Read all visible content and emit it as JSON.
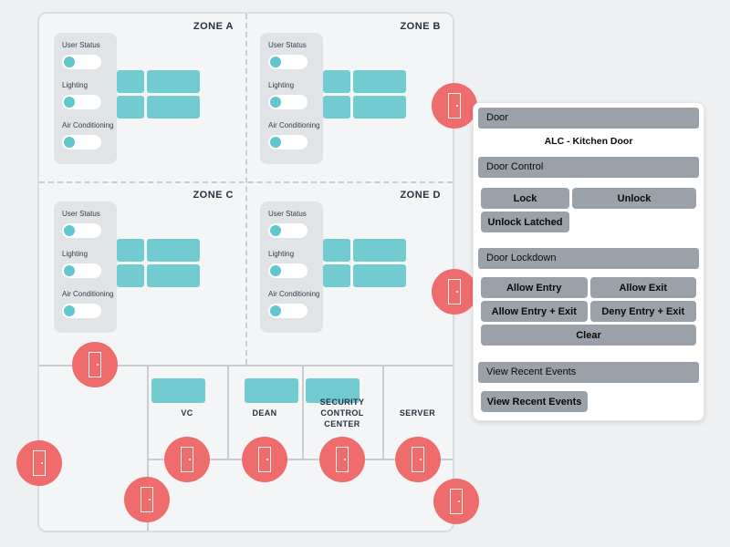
{
  "colors": {
    "page_bg": "#eef0f2",
    "plan_bg": "#f4f5f6",
    "wall": "#c9cdd1",
    "desk_teal": "#71cbd1",
    "toggle_knob_teal": "#5fc7cd",
    "door_red": "#ee6c6c",
    "panel_gray": "#9aa1a8",
    "label_dark": "#273240"
  },
  "icons": {
    "door": "door-icon"
  },
  "floorplan": {
    "zones": [
      {
        "label": "ZONE A",
        "toggles": [
          "User Status",
          "Lighting",
          "Air Conditioning"
        ]
      },
      {
        "label": "ZONE B",
        "toggles": [
          "User Status",
          "Lighting",
          "Air Conditioning"
        ]
      },
      {
        "label": "ZONE C",
        "toggles": [
          "User Status",
          "Lighting",
          "Air Conditioning"
        ]
      },
      {
        "label": "ZONE D",
        "toggles": [
          "User Status",
          "Lighting",
          "Air Conditioning"
        ]
      }
    ],
    "rooms": [
      {
        "label": "VC"
      },
      {
        "label": "DEAN"
      },
      {
        "label": "SECURITY CONTROL CENTER"
      },
      {
        "label": "SERVER"
      }
    ]
  },
  "panel": {
    "door": {
      "header": "Door",
      "selected": "ALC - Kitchen Door"
    },
    "control": {
      "header": "Door Control",
      "buttons": [
        "Lock",
        "Unlock",
        "Unlock Latched"
      ]
    },
    "lockdown": {
      "header": "Door Lockdown",
      "buttons": [
        "Allow Entry",
        "Allow Exit",
        "Allow Entry + Exit",
        "Deny Entry + Exit",
        "Clear"
      ]
    },
    "events": {
      "header": "View Recent Events",
      "button": "View Recent Events"
    }
  }
}
